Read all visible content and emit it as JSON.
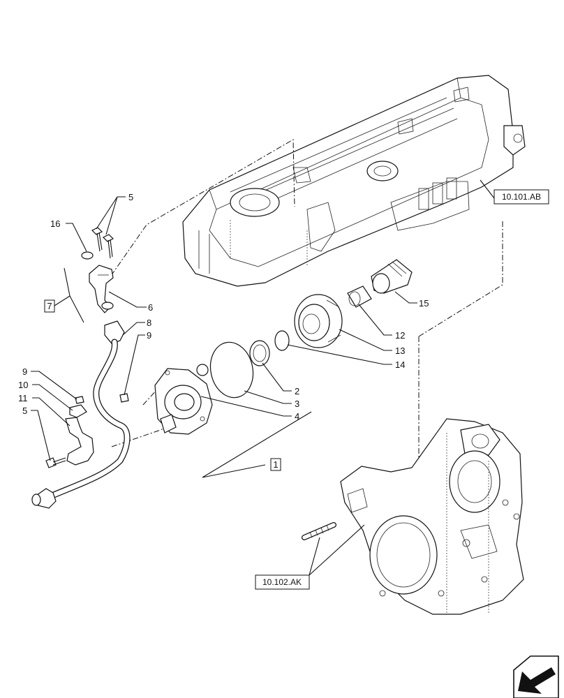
{
  "callouts": {
    "c2": "2",
    "c3": "3",
    "c4": "4",
    "c5a": "5",
    "c5b": "5",
    "c6": "6",
    "c7": "7",
    "c8": "8",
    "c9a": "9",
    "c9b": "9",
    "c10": "10",
    "c11": "11",
    "c12": "12",
    "c13": "13",
    "c14": "14",
    "c15": "15",
    "c16": "16",
    "c1": "1"
  },
  "references": {
    "valve_cover": "10.101.AB",
    "timing_cover": "10.102.AK"
  },
  "navigation": {
    "icon": "next-page-arrow-icon"
  }
}
